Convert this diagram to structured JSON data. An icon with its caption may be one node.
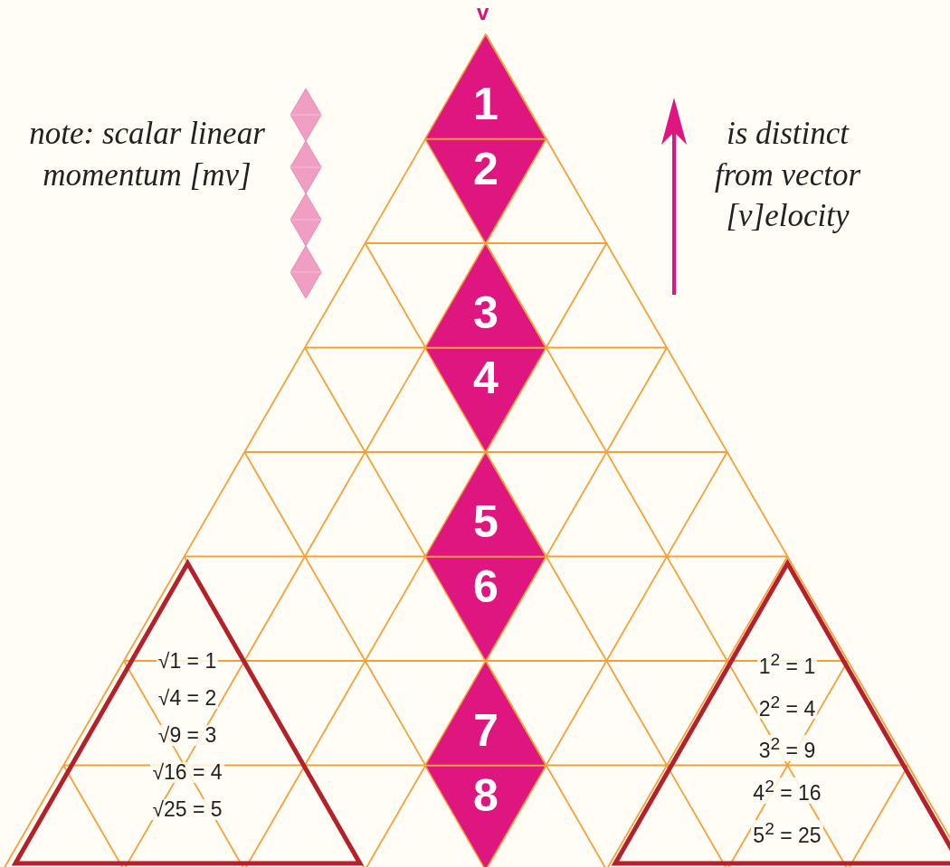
{
  "diagram": {
    "nodes": [
      {
        "text": [
          "1"
        ]
      },
      {
        "text": [
          "2"
        ]
      },
      {
        "text": [
          "3"
        ]
      },
      {
        "text": [
          "4"
        ]
      },
      {
        "text": [
          "5"
        ]
      },
      {
        "text": [
          "6"
        ]
      },
      {
        "text": [
          "7"
        ]
      },
      {
        "text": [
          "8"
        ]
      },
      {
        "text": [
          "√1 = 1",
          "√4 = 2",
          "√9 = 3",
          "√16 = 4",
          "√25 = 5"
        ]
      },
      {
        "text": [
          "1$^{2}$ = 1",
          "2$^{2}$ = 4",
          "3$^{2}$ = 9",
          "4$^{2}$ = 16",
          "5$^{2}$ = 25"
        ]
      }
    ],
    "labels": [
      "v",
      "note: scalar linear momentum [mv]",
      "is distinct from vector [v]elocity"
    ]
  }
}
